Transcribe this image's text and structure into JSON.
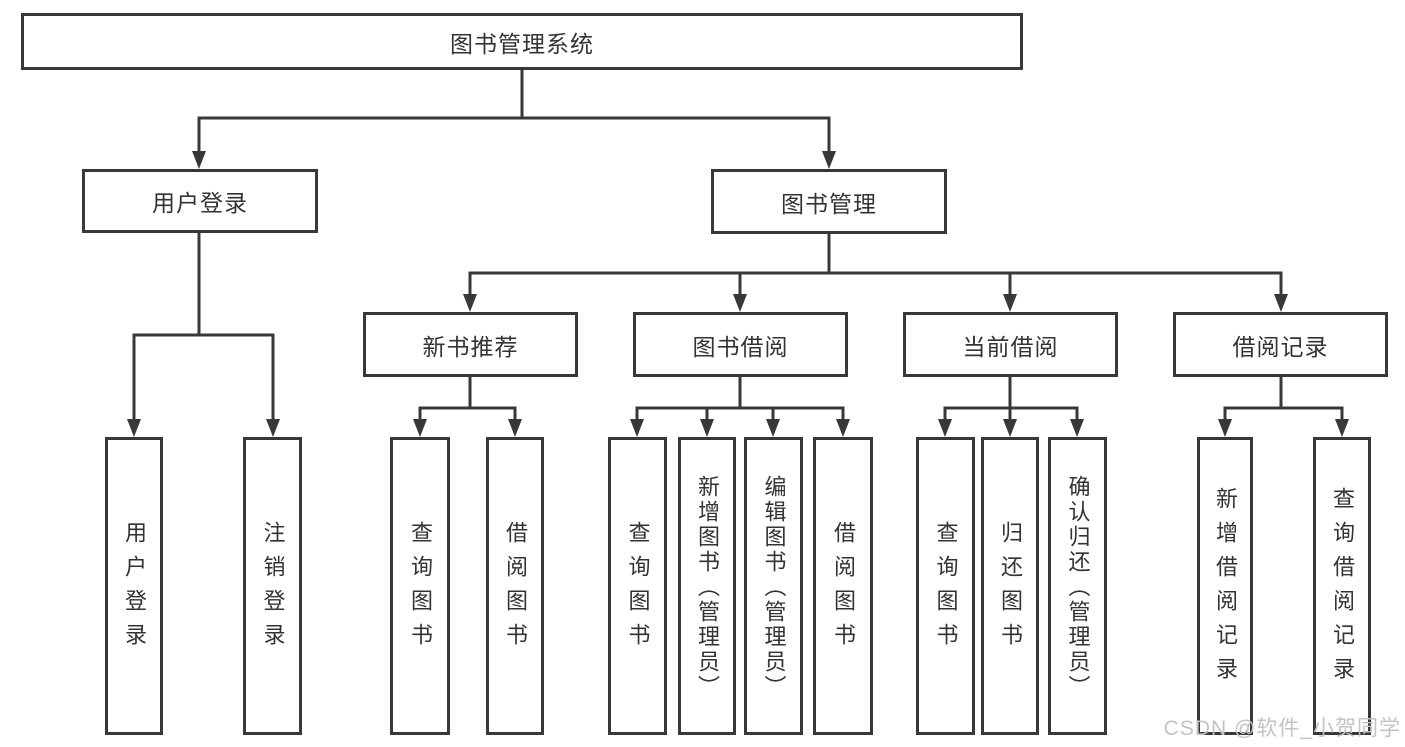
{
  "tree": {
    "label": "图书管理系统",
    "children": [
      {
        "label": "用户登录",
        "children": [
          {
            "label": "用户登录"
          },
          {
            "label": "注销登录"
          }
        ]
      },
      {
        "label": "图书管理",
        "children": [
          {
            "label": "新书推荐",
            "children": [
              {
                "label": "查询图书"
              },
              {
                "label": "借阅图书"
              }
            ]
          },
          {
            "label": "图书借阅",
            "children": [
              {
                "label": "查询图书"
              },
              {
                "label": "新增图书（管理员）"
              },
              {
                "label": "编辑图书（管理员）"
              },
              {
                "label": "借阅图书"
              }
            ]
          },
          {
            "label": "当前借阅",
            "children": [
              {
                "label": "查询图书"
              },
              {
                "label": "归还图书"
              },
              {
                "label": "确认归还（管理员）"
              }
            ]
          },
          {
            "label": "借阅记录",
            "children": [
              {
                "label": "新增借阅记录"
              },
              {
                "label": "查询借阅记录"
              }
            ]
          }
        ]
      }
    ]
  },
  "watermark": {
    "text": "CSDN @软件_小贺同学",
    "color": "#c3c3c3"
  },
  "colors": {
    "line": "#383838",
    "text": "#333333",
    "background": "#ffffff"
  }
}
